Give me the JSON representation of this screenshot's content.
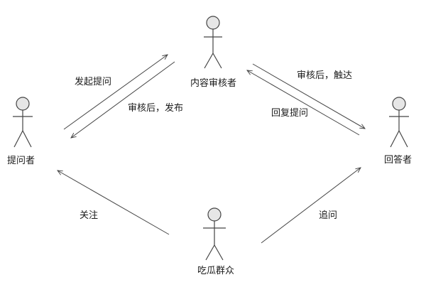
{
  "actors": {
    "moderator": "内容审核者",
    "asker": "提问者",
    "answerer": "回答者",
    "audience": "吃瓜群众"
  },
  "edges": {
    "ask": "发起提问",
    "publish": "审核后，发布",
    "deliver": "审核后，触达",
    "reply": "回复提问",
    "follow": "关注",
    "followup": "追问"
  },
  "colors": {
    "actor_fill": "#e6e6e6",
    "stroke": "#444444",
    "text": "#1a1a1a"
  }
}
